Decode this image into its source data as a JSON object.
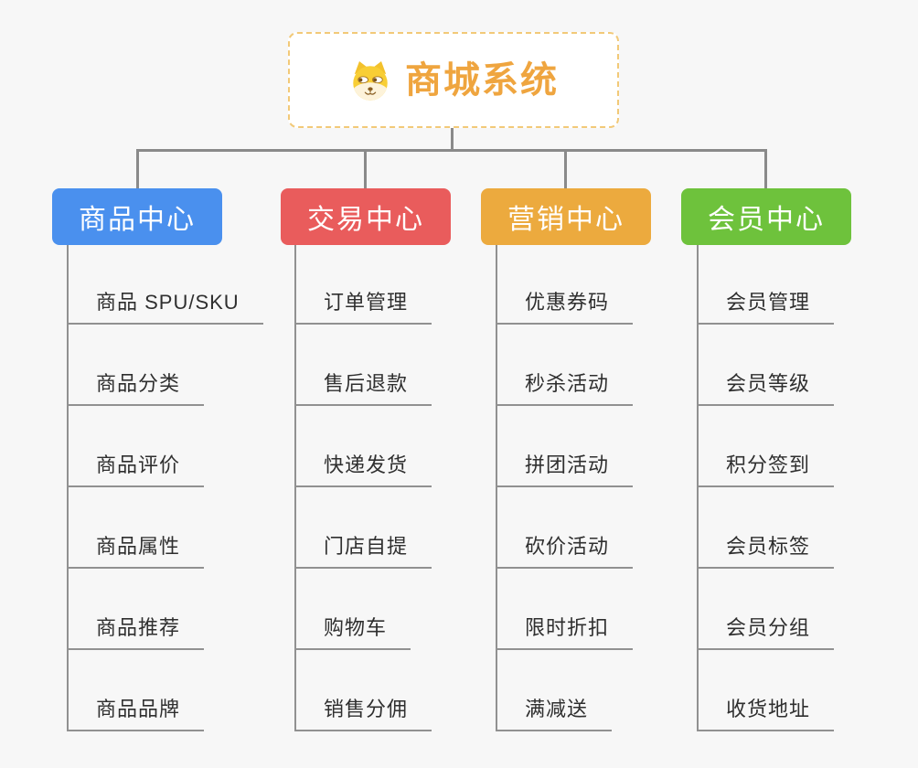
{
  "canvas": {
    "background": "#f7f7f7",
    "connector_color": "#8a8a8a",
    "leaf_line_color": "#919191"
  },
  "root": {
    "title": "商城系统",
    "icon": "dog-face-icon",
    "text_color": "#efa53f",
    "border_color": "#f2c978"
  },
  "branches": [
    {
      "label": "商品中心",
      "color": "#4a90ee",
      "children": [
        "商品 SPU/SKU",
        "商品分类",
        "商品评价",
        "商品属性",
        "商品推荐",
        "商品品牌"
      ]
    },
    {
      "label": "交易中心",
      "color": "#e95c5c",
      "children": [
        "订单管理",
        "售后退款",
        "快递发货",
        "门店自提",
        "购物车",
        "销售分佣"
      ]
    },
    {
      "label": "营销中心",
      "color": "#ecaa3e",
      "children": [
        "优惠券码",
        "秒杀活动",
        "拼团活动",
        "砍价活动",
        "限时折扣",
        "满减送"
      ]
    },
    {
      "label": "会员中心",
      "color": "#6ec23c",
      "children": [
        "会员管理",
        "会员等级",
        "积分签到",
        "会员标签",
        "会员分组",
        "收货地址"
      ]
    }
  ]
}
